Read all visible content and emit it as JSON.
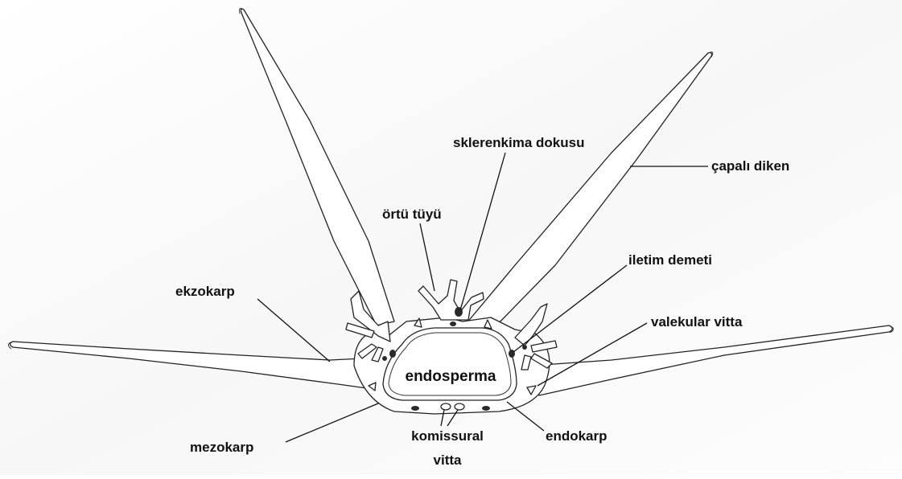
{
  "diagram": {
    "labels": {
      "sklerenkima": "sklerenkima dokusu",
      "capali": "çapalı diken",
      "ortu": "örtü tüyü",
      "iletim": "iletim demeti",
      "ekzokarp": "ekzokarp",
      "valekular": "valekular vitta",
      "endosperma": "endosperma",
      "endokarp": "endokarp",
      "mezokarp": "mezokarp",
      "komissural_1": "komissural",
      "komissural_2": "vitta"
    }
  }
}
